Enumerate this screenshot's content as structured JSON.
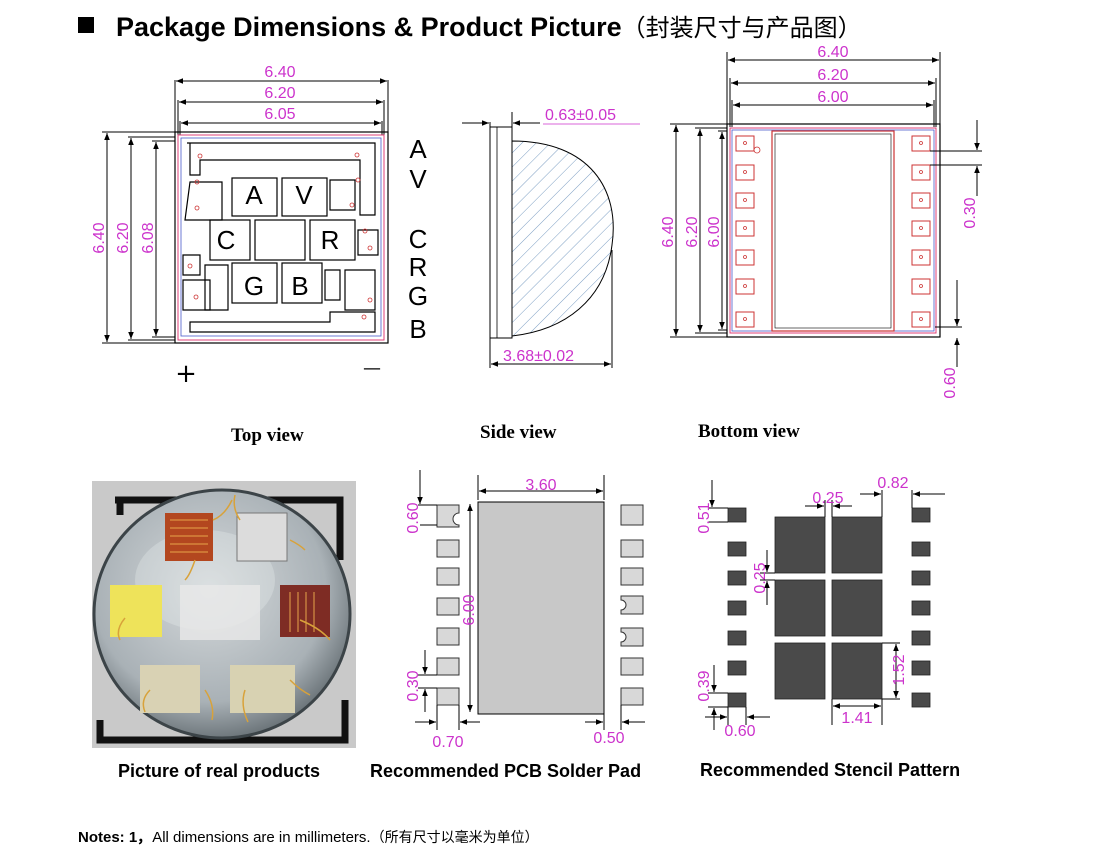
{
  "title": {
    "text": "Package Dimensions & Product Picture",
    "cn": "（封装尺寸与产品图）"
  },
  "top_view": {
    "caption": "Top view",
    "dim_w": [
      "6.40",
      "6.20",
      "6.05"
    ],
    "dim_h": [
      "6.40",
      "6.20",
      "6.08"
    ],
    "chips": [
      "A",
      "V",
      "C",
      "R",
      "G",
      "B"
    ],
    "side_labels": [
      "A",
      "V",
      "C",
      "R",
      "G",
      "B"
    ],
    "plus": "+",
    "minus": "—"
  },
  "side_view": {
    "caption": "Side view",
    "top_dim": "0.63±0.05",
    "bottom_dim": "3.68±0.02"
  },
  "bottom_view": {
    "caption": "Bottom view",
    "dim_w": [
      "6.40",
      "6.20",
      "6.00"
    ],
    "dim_h": [
      "6.40",
      "6.20",
      "6.00"
    ],
    "pitch": "0.30",
    "edge": "0.60"
  },
  "photo": {
    "caption": "Picture of real products"
  },
  "solder_pad": {
    "caption": "Recommended PCB Solder Pad",
    "width": "3.60",
    "top": "0.60",
    "height": "6.00",
    "gap": "0.30",
    "pad_w": "0.70",
    "pad_edge": "0.50"
  },
  "stencil": {
    "caption": "Recommended Stencil Pattern",
    "top": "0.51",
    "gap_x": "0.25",
    "width": "0.82",
    "gap_y": "0.25",
    "bottom": "0.39",
    "pad_h": "1.52",
    "pad_w": "1.41",
    "pad_side": "0.60"
  },
  "notes": {
    "label": "Notes:",
    "num": "1，",
    "text": "All dimensions are in millimeters.",
    "cn": "（所有尺寸以毫米为单位）"
  }
}
